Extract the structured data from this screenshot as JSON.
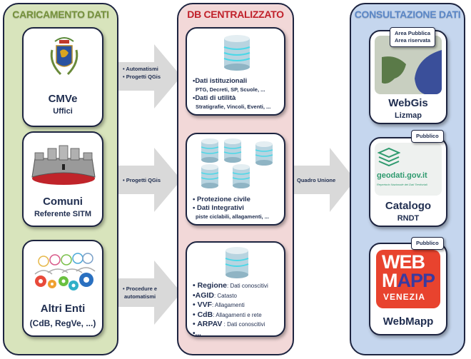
{
  "columns": {
    "left": {
      "title": "CARICAMENTO DATI",
      "cards": [
        {
          "title": "CMVe",
          "subtitle": "Uffici",
          "icon": "coat-of-arms-icon"
        },
        {
          "title": "Comuni",
          "subtitle": "Referente SITM",
          "icon": "mural-crown-icon"
        },
        {
          "title": "Altri Enti",
          "subtitle": "(CdB, RegVe, ...)",
          "icon": "people-gears-icon"
        }
      ]
    },
    "middle": {
      "title": "DB CENTRALIZZATO",
      "cards": [
        {
          "icon": "database-icon",
          "items": [
            {
              "label": "•Dati istituzionali",
              "detail": "PTG, Decreti, SP, Scuole, ..."
            },
            {
              "label": "•Dati di utilità",
              "detail": "Stratigrafie, Vincoli, Eventi, ..."
            }
          ]
        },
        {
          "icon": "databases-icon",
          "items": [
            {
              "label": "• Protezione civile"
            },
            {
              "label": "• Dati Integrativi",
              "detail": "piste ciclabili, allagamenti, ..."
            }
          ]
        },
        {
          "icon": "database-icon",
          "items": [
            {
              "label": "• Regione",
              "detail": ": Dati conoscitivi"
            },
            {
              "label": "•AGID",
              "detail": ": Catasto"
            },
            {
              "label": "• VVF",
              "detail": ": Allagamenti"
            },
            {
              "label": "• CdB",
              "detail": ": Allagamenti e rete"
            },
            {
              "label": "• ARPAV",
              "detail": " : Dati conoscitivi"
            },
            {
              "label": "•..."
            }
          ]
        }
      ]
    },
    "right": {
      "title": "CONSULTAZIONE DATI",
      "cards": [
        {
          "title": "WebGis",
          "subtitle": "Lizmap",
          "icon": "map-thumbnail-icon",
          "badge_lines": [
            "Area Pubblica",
            "Area riservata"
          ]
        },
        {
          "title": "Catalogo",
          "subtitle": "RNDT",
          "icon": "geodati-logo-icon",
          "badge_lines": [
            "Pubblico"
          ],
          "logo_text": "geodati.gov.it",
          "logo_subtext": "Repertorio Nazionale dei Dati Territoriali"
        },
        {
          "title": "WebMapp",
          "icon": "webmapp-logo-icon",
          "badge_lines": [
            "Pubblico"
          ],
          "logo_lines": [
            "WEB",
            "M",
            "APP",
            "VENEZIA"
          ]
        }
      ]
    }
  },
  "arrows": [
    {
      "from": "CMVe",
      "lines": [
        "• Automatismi",
        "• Progetti QGis"
      ]
    },
    {
      "from": "Comuni",
      "lines": [
        "• Progetti QGis"
      ]
    },
    {
      "from": "Altri Enti",
      "lines": [
        "• Procedure e",
        "automatismi"
      ]
    },
    {
      "from": "DB CENTRALIZZATO",
      "lines": [
        "Quadro Unione"
      ]
    }
  ],
  "colors": {
    "left_bg": "#d8e4bc",
    "middle_bg": "#f2d8d8",
    "right_bg": "#c5d6ee",
    "border": "#1d2440",
    "text": "#1f2d4f",
    "arrow": "#d9d9d9",
    "webmapp_red": "#e8432e",
    "geodati_green": "#2e9a6e"
  }
}
